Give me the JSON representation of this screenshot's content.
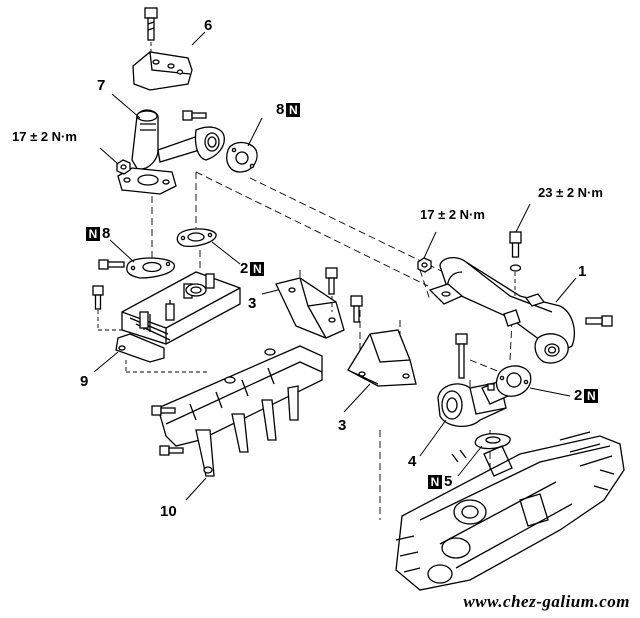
{
  "callouts": {
    "c1": "1",
    "c2a": "2",
    "c2b": "2",
    "c3a": "3",
    "c3b": "3",
    "c4": "4",
    "c5": "5",
    "c6": "6",
    "c7": "7",
    "c8a": "8",
    "c8b": "8",
    "c9": "9",
    "c10": "10"
  },
  "new_part_mark": "N",
  "torque": {
    "t1": "17 ± 2  N·m",
    "t2": "17 ± 2  N·m",
    "t3": "23 ± 2  N·m"
  },
  "watermark": "www.chez-galium.com"
}
